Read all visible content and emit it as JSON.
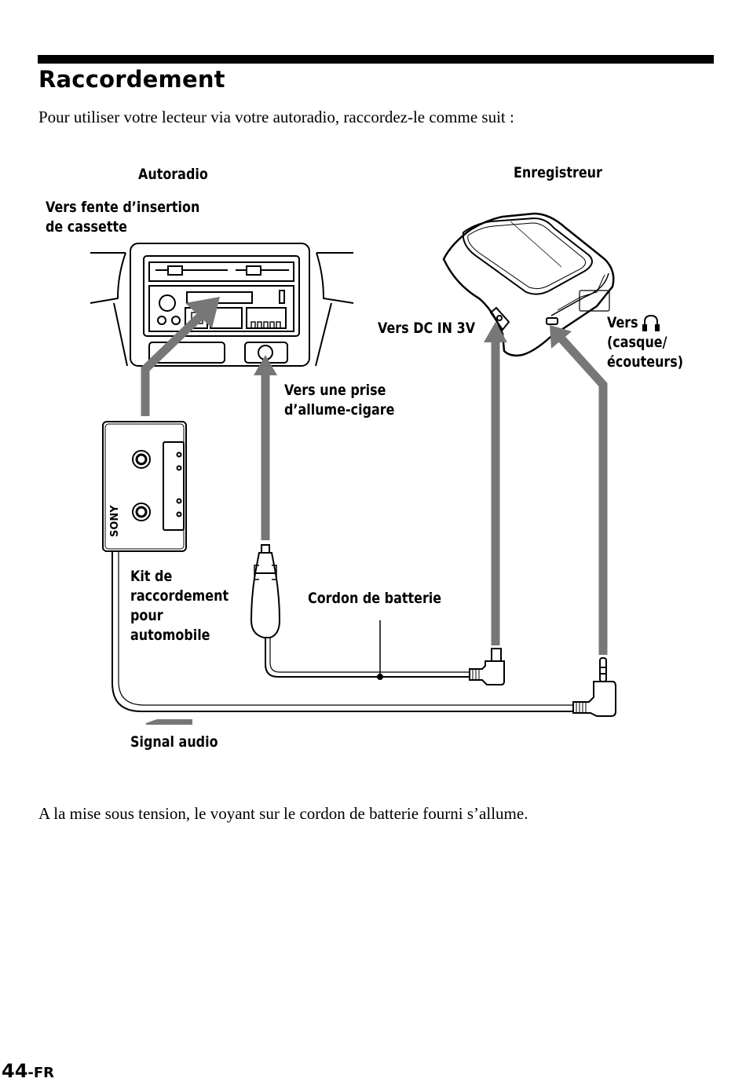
{
  "page": {
    "heading": "Raccordement",
    "intro": "Pour utiliser votre lecteur via votre autoradio, raccordez-le comme suit :",
    "outro": "A la mise sous tension, le voyant sur le cordon de batterie fourni s’allume.",
    "page_number": "44",
    "page_suffix": "-FR"
  },
  "diagram": {
    "labels": {
      "autoradio": "Autoradio",
      "enregistreur": "Enregistreur",
      "cassette_slot": [
        "Vers fente d’insertion",
        "de cassette"
      ],
      "dc_in": "Vers DC IN 3V",
      "headphones": [
        "Vers",
        "(casque/",
        "écouteurs)"
      ],
      "cigar": [
        "Vers une prise",
        "d’allume-cigare"
      ],
      "kit": [
        "Kit de",
        "raccordement",
        "pour",
        "automobile"
      ],
      "battery_cord": "Cordon de batterie",
      "audio_signal": "Signal audio"
    },
    "cassette_brand": "SONY",
    "headphone_icon": "headphone-icon"
  }
}
